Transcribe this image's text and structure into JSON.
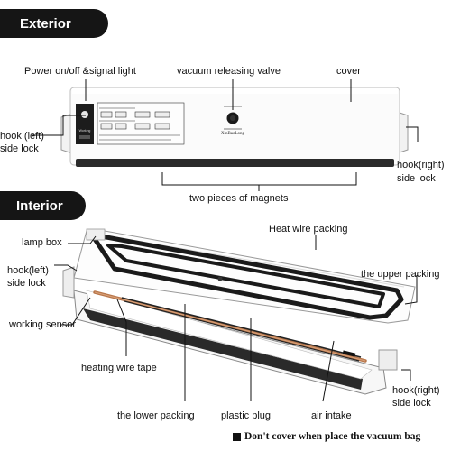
{
  "sections": {
    "exterior": "Exterior",
    "interior": "Interior"
  },
  "exterior_labels": {
    "power": "Power on/off &signal light",
    "valve": "vacuum releasing valve",
    "cover": "cover",
    "hook_left": [
      "hook (left)",
      "side lock"
    ],
    "hook_right": [
      "hook(right)",
      "side lock"
    ],
    "magnets": "two pieces of magnets"
  },
  "device_text": {
    "brand": "XinBaoLong",
    "panel_tag": "Working"
  },
  "interior_labels": {
    "lamp_box": "lamp box",
    "heat_wire_packing": "Heat wire packing",
    "upper_packing": "the upper packing",
    "hook_left": [
      "hook(left)",
      "side lock"
    ],
    "working_sensor": "working sensor",
    "heating_wire_tape": "heating wire tape",
    "lower_packing": "the lower packing",
    "plastic_plug": "plastic plug",
    "air_intake": "air intake",
    "hook_right": [
      "hook(right)",
      "side lock"
    ]
  },
  "note": "Don't cover when place the vacuum bag",
  "colors": {
    "pill": "#151515",
    "heating_tape": "#b8764a",
    "packing": "#222222"
  }
}
